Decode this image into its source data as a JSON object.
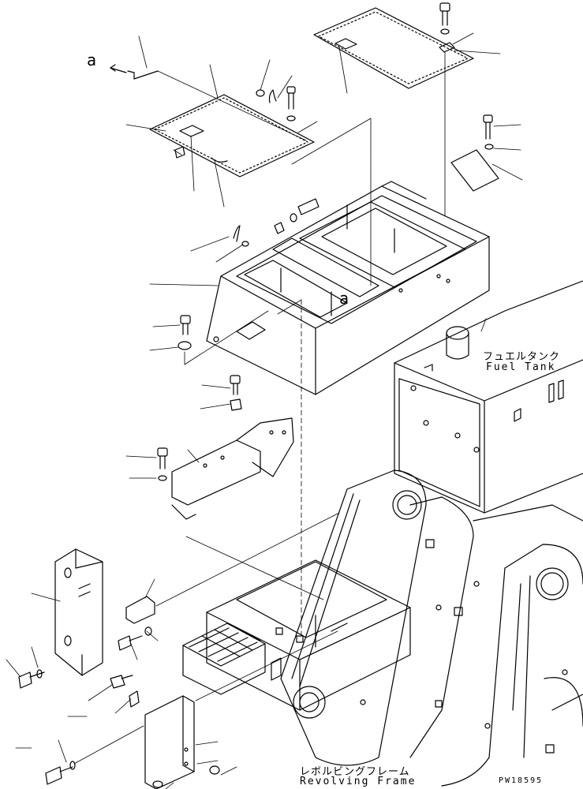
{
  "labels": {
    "fuel_tank_jp": "フュエルタンク",
    "fuel_tank_en": "Fuel Tank",
    "frame_jp": "レボルビングフレーム",
    "frame_en": "Revolving Frame",
    "ref_a_top": "a",
    "ref_a_mid": "a",
    "drawing_code": "PW18595"
  }
}
